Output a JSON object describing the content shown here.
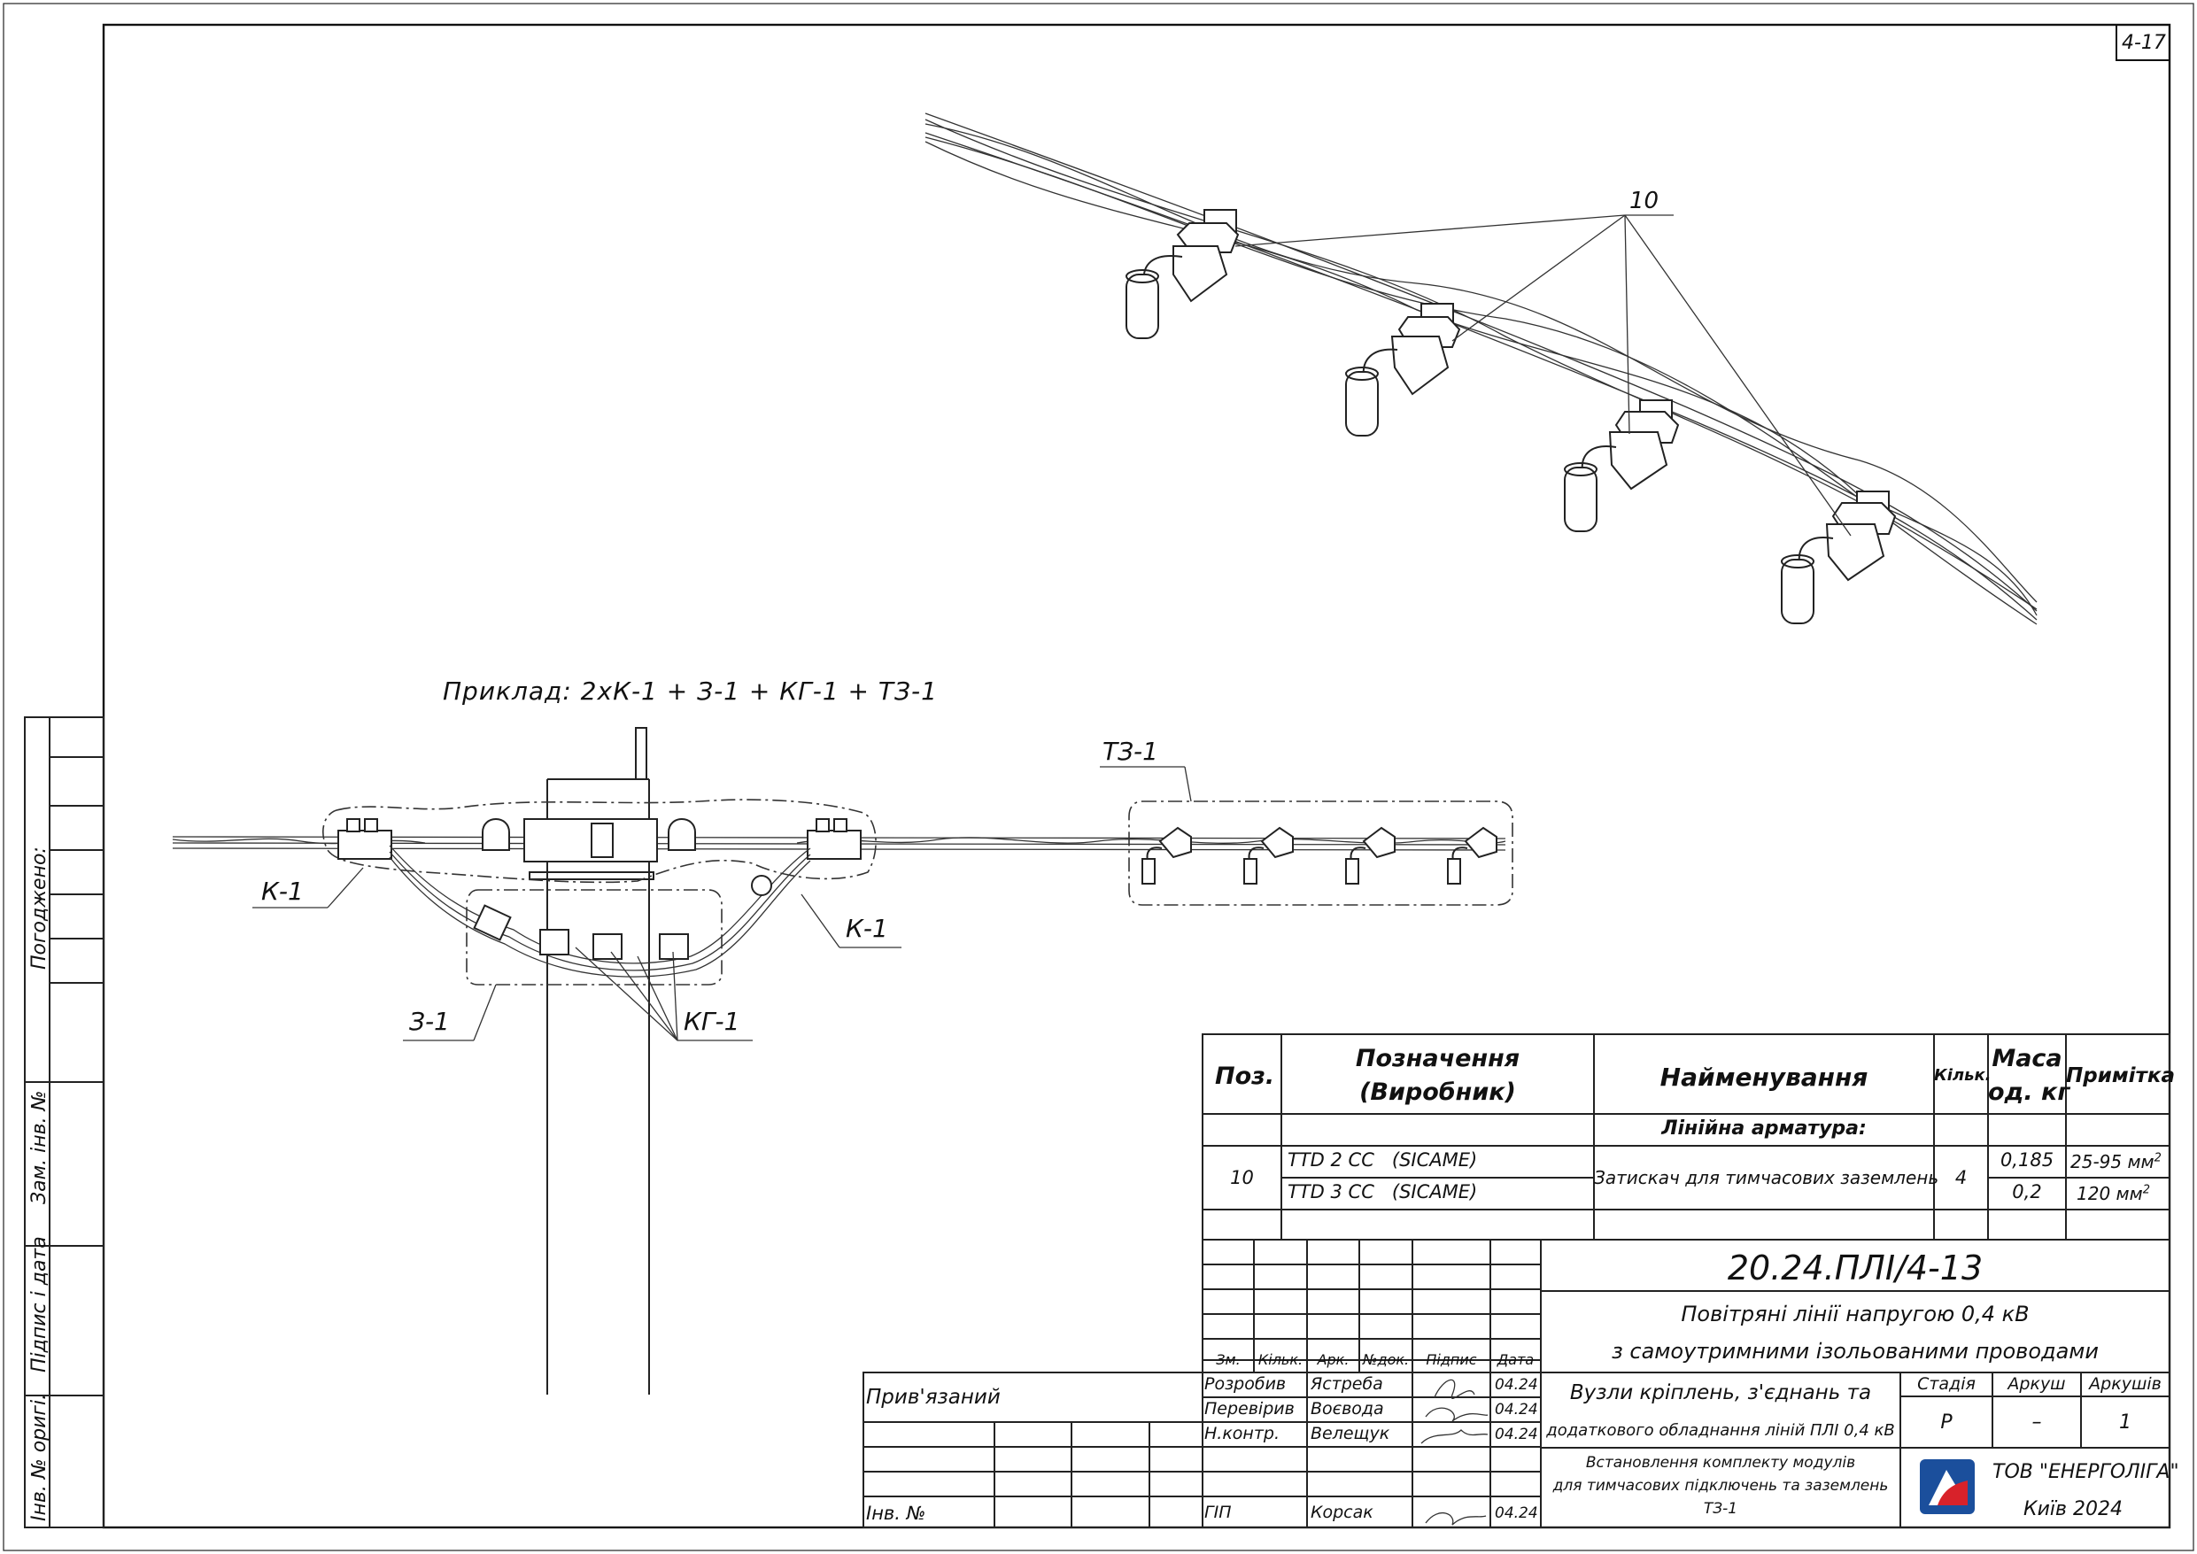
{
  "sheet_ref": "4-17",
  "left_strip": {
    "agreed": "Погоджено:",
    "replaced_inv": "Зам. інв. №",
    "sign_date": "Підпис і дата",
    "orig_inv": "Інв. № оригі."
  },
  "drawing": {
    "callout_top": "10",
    "example": "Приклад: 2хК-1 + З-1 + КГ-1 + ТЗ-1",
    "label_tz1": "ТЗ-1",
    "label_k1_left": "К-1",
    "label_k1_right": "К-1",
    "label_z1": "З-1",
    "label_kg1": "КГ-1"
  },
  "spec_table": {
    "headers": {
      "pos": "Поз.",
      "designation_1": "Позначення",
      "designation_2": "(Виробник)",
      "name": "Найменування",
      "qty": "Кільк.",
      "mass_1": "Маса",
      "mass_2": "од. кг",
      "note": "Примітка"
    },
    "section": "Лінійна арматура:",
    "rows": [
      {
        "pos": "10",
        "designation": [
          "TTD 2 CC   (SICAME)",
          "TTD 3 CC   (SICAME)"
        ],
        "name": "Затискач для тимчасових заземлень",
        "qty": "4",
        "mass": [
          "0,185",
          "0,2"
        ],
        "note": [
          "25-95 мм",
          "120 мм"
        ],
        "note_sup": "2"
      }
    ]
  },
  "title_block": {
    "code": "20.24.ПЛІ/4-13",
    "title_line1": "Повітряні лінії напругою 0,4 кВ",
    "title_line2": "з самоутримними ізольованими проводами",
    "sheet_name_1": "Вузли кріплень, з'єднань та",
    "sheet_name_2": "додаткового обладнання ліній ПЛІ 0,4 кВ",
    "doc_name_1": "Встановлення комплекту модулів",
    "doc_name_2": "для тимчасових підключень та заземлень",
    "doc_name_3": "ТЗ-1",
    "stage_h": "Стадія",
    "sheet_h": "Аркуш",
    "sheets_h": "Аркушів",
    "stage": "Р",
    "sheet": "–",
    "sheets": "1",
    "company_1": "ТОВ \"ЕНЕРГОЛІГА\"",
    "company_2": "Київ 2024",
    "col_headers": [
      "Зм.",
      "Кільк.",
      "Арк.",
      "№док.",
      "Підпис",
      "Дата"
    ],
    "people": [
      {
        "role": "Розробив",
        "name": "Ястреба",
        "date": "04.24"
      },
      {
        "role": "Перевірив",
        "name": "Воєвода",
        "date": "04.24"
      },
      {
        "role": "Н.контр.",
        "name": "Велещук",
        "date": "04.24"
      },
      {
        "role": "ГІП",
        "name": "Корсак",
        "date": "04.24"
      }
    ],
    "bound": "Прив'язаний",
    "inv_no": "Інв. №"
  },
  "colors": {
    "line": "#222222",
    "logo_blue": "#1b4f9c",
    "logo_red": "#d8222a"
  }
}
